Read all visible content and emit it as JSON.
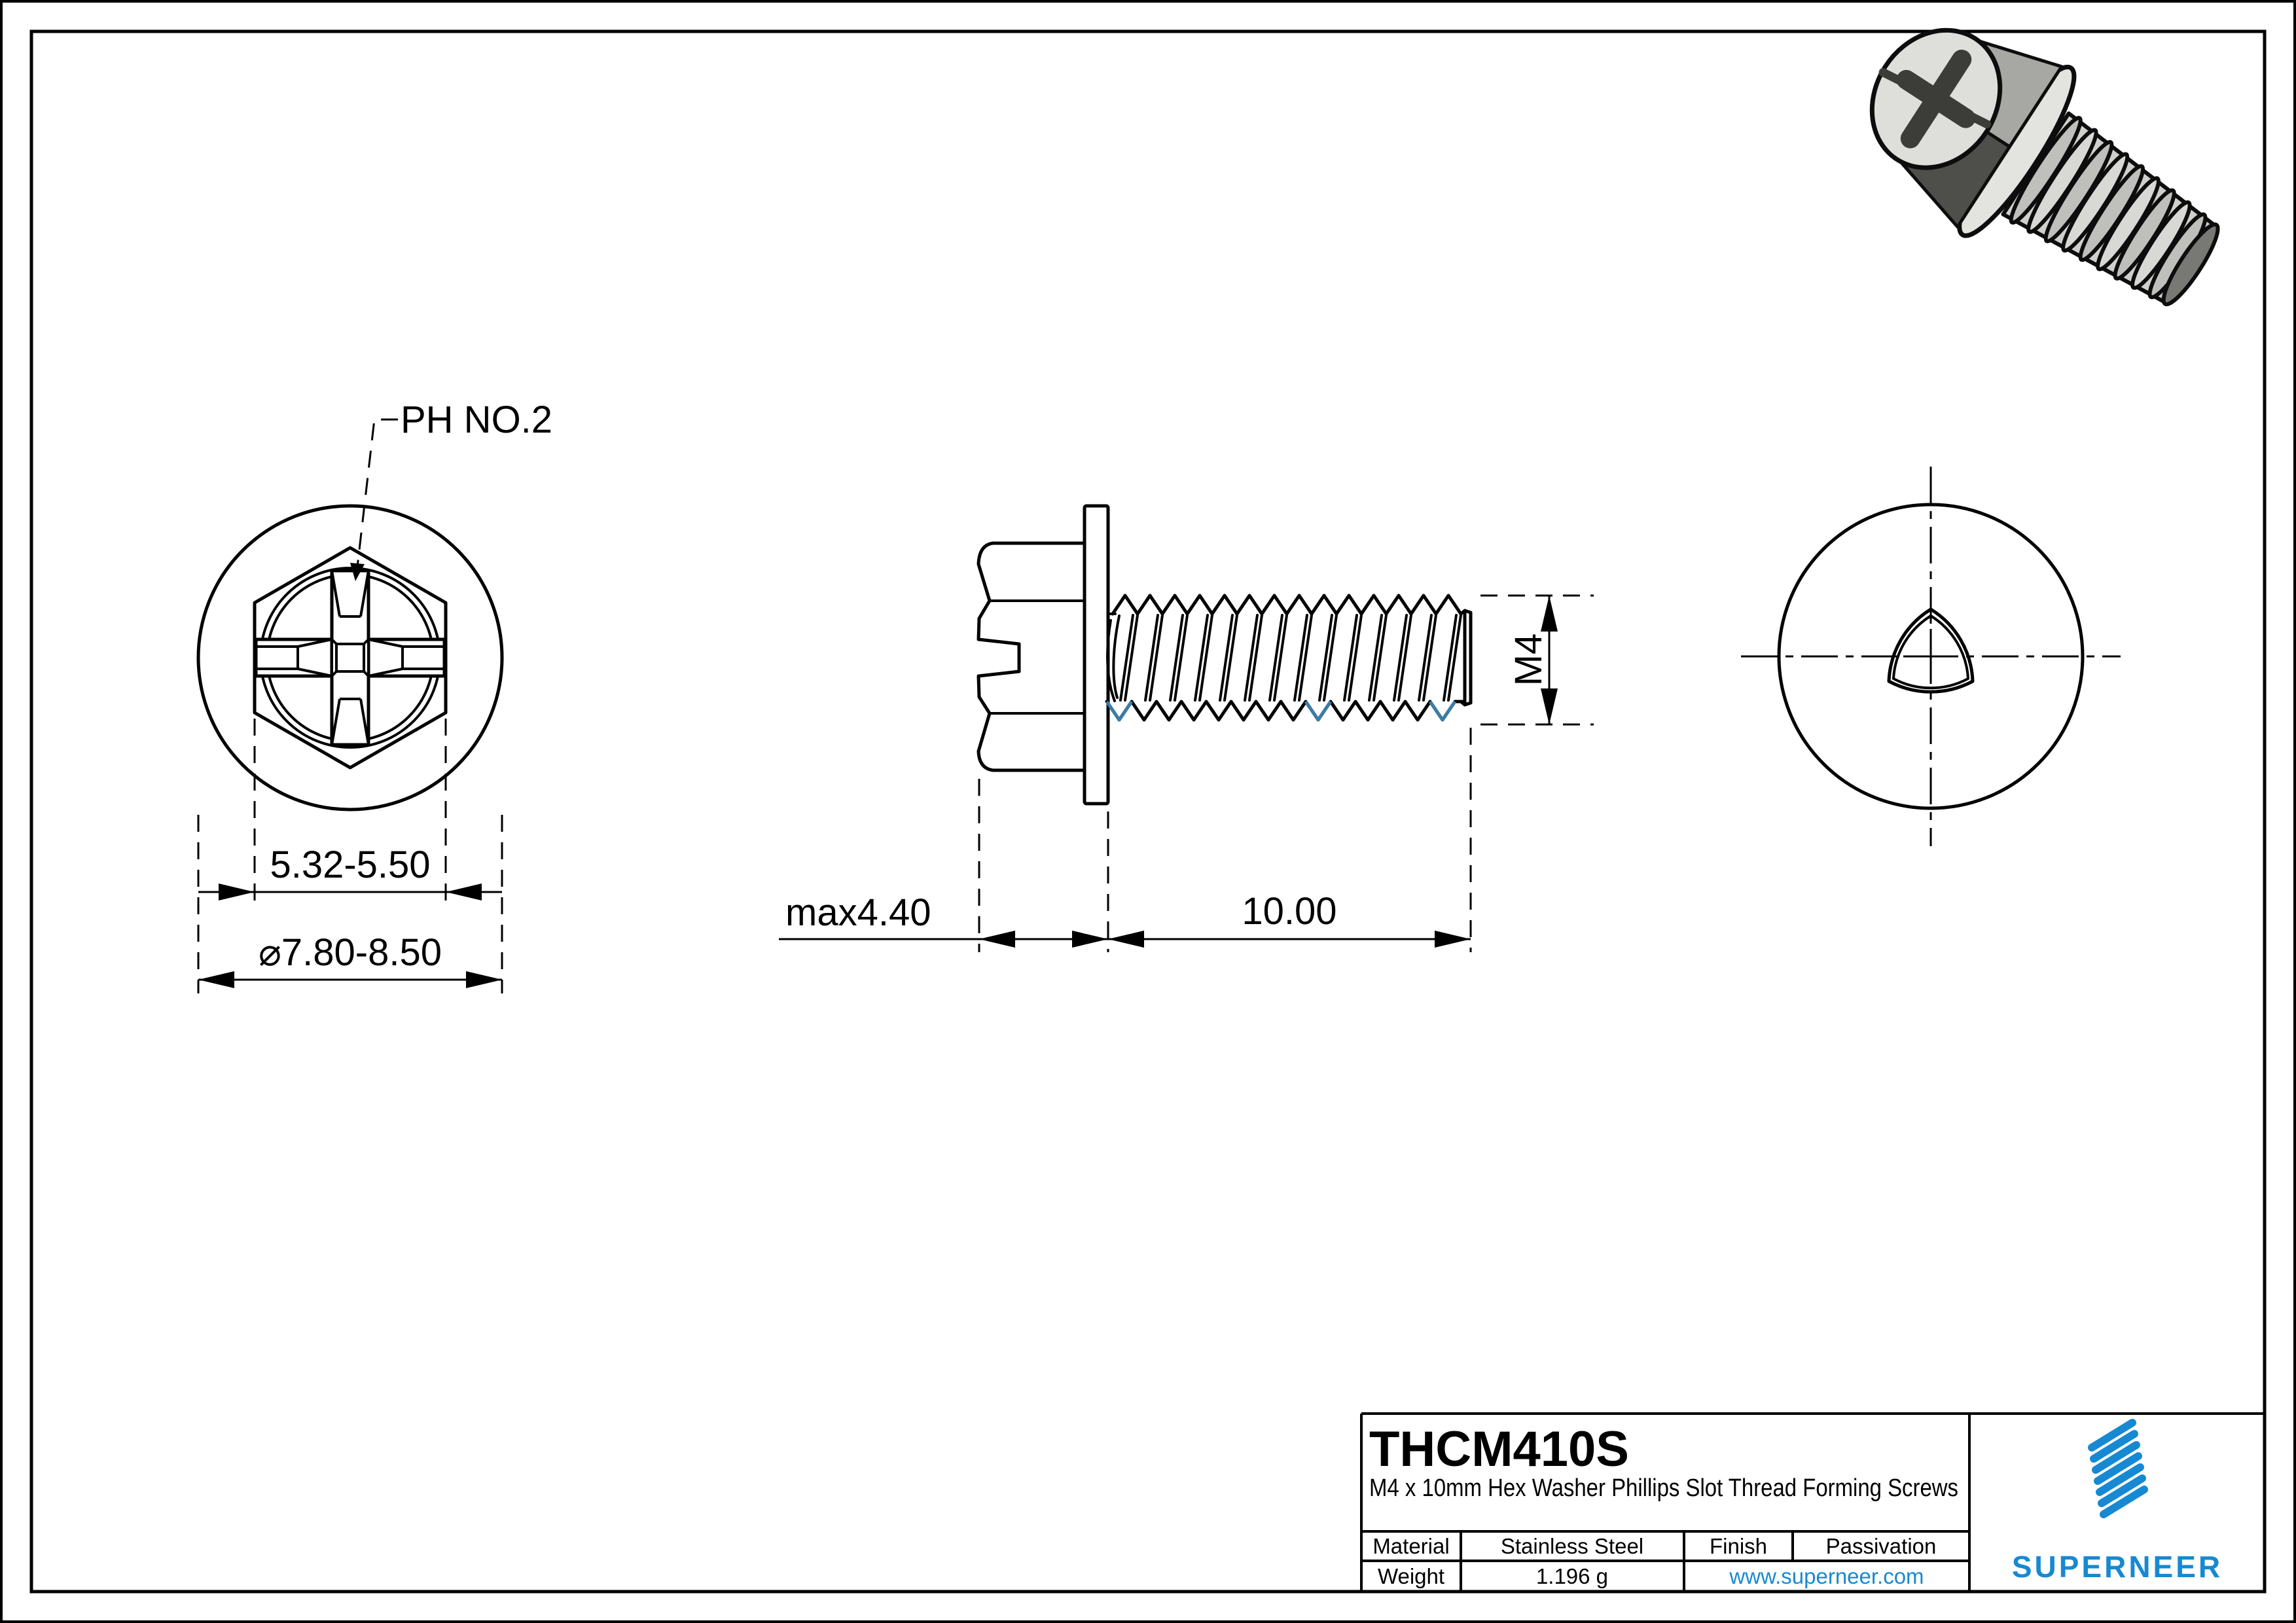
{
  "drawing": {
    "front_view": {
      "callout_label": "PH NO.2",
      "hex_width_dim": "5.32-5.50",
      "washer_dia_dim": "⌀7.80-8.50"
    },
    "side_view": {
      "head_height_dim": "max4.40",
      "thread_length_dim": "10.00",
      "thread_size_dim": "M4"
    }
  },
  "title_block": {
    "part_number": "THCM410S",
    "description": "M4 x 10mm Hex Washer Phillips Slot Thread Forming Screws",
    "material_label": "Material",
    "material_value": "Stainless Steel",
    "finish_label": "Finish",
    "finish_value": "Passivation",
    "weight_label": "Weight",
    "weight_value": "1.196 g",
    "website": "www.superneer.com",
    "brand": "SUPERNEER"
  },
  "colors": {
    "line": "#000000",
    "brand_blue": "#1789d2",
    "thread_root_blue": "#3a7ca8"
  }
}
